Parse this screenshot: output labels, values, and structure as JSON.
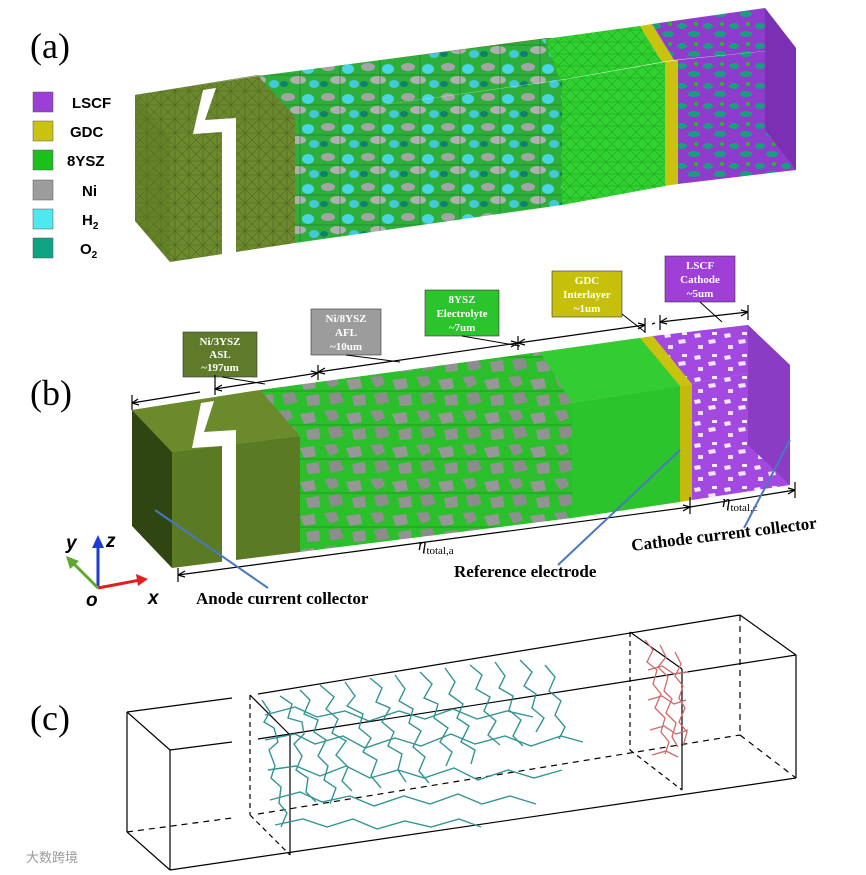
{
  "panels": {
    "a": "(a)",
    "b": "(b)",
    "c": "(c)"
  },
  "legend": [
    {
      "label": "LSCF",
      "sub": "",
      "color": "#9b3fd6"
    },
    {
      "label": "GDC",
      "sub": "",
      "color": "#c9c20f"
    },
    {
      "label": "8YSZ",
      "sub": "",
      "color": "#1dbf1d"
    },
    {
      "label": "Ni",
      "sub": "",
      "color": "#9c9c9c"
    },
    {
      "label": "H",
      "sub": "2",
      "color": "#4fe8ee"
    },
    {
      "label": "O",
      "sub": "2",
      "color": "#0fa384"
    }
  ],
  "callouts": [
    {
      "lines": [
        "Ni/3YSZ",
        "ASL",
        "~197um"
      ],
      "color": "#5e7a2a"
    },
    {
      "lines": [
        "Ni/8YSZ",
        "AFL",
        "~10um"
      ],
      "color": "#9c9c9c"
    },
    {
      "lines": [
        "8YSZ",
        "Electrolyte",
        "~7um"
      ],
      "color": "#2cc42c"
    },
    {
      "lines": [
        "GDC",
        "Interlayer",
        "~1um"
      ],
      "color": "#c6c00a"
    },
    {
      "lines": [
        "LSCF",
        "Cathode",
        "~5um"
      ],
      "color": "#a03fd8"
    }
  ],
  "annotations": {
    "eta_a": "η",
    "eta_a_sub": "total,a",
    "eta_c": "η",
    "eta_c_sub": "total,c",
    "anode_cc": "Anode current collector",
    "reference": "Reference electrode",
    "cathode_cc": "Cathode current collector"
  },
  "axes": {
    "y": "y",
    "z": "z",
    "x": "x",
    "o": "o"
  },
  "watermark": "大数跨境"
}
